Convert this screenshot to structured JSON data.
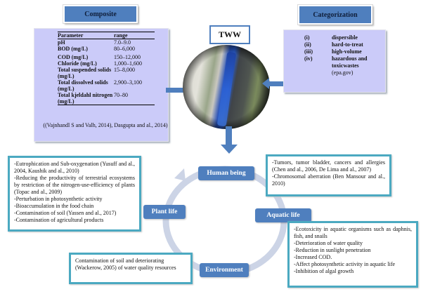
{
  "composite": {
    "title": "Composite",
    "table": {
      "headers": [
        "Parameter",
        "range"
      ],
      "rows": [
        {
          "parameter": "pH",
          "range": "7.0–9.0"
        },
        {
          "parameter": "BOD (mg/L)",
          "range": "80–6,000"
        },
        {
          "parameter": "COD (mg/L)",
          "range": "150–12,000"
        },
        {
          "parameter": "Chloride (mg/L)",
          "range": "1,000–1,600"
        },
        {
          "parameter": "Total suspended solids (mg/L)",
          "range": "15–8,000"
        },
        {
          "parameter": "Total dissolved solids (mg/L)",
          "range": "2,900–3,100"
        },
        {
          "parameter": "Total kjeldahl nitrogen (mg/L)",
          "range": "70–80"
        }
      ]
    },
    "citation": "((Vajnhandl S and Valh, 2014), Dasgupta and al., 2014)"
  },
  "categorization": {
    "title": "Categorization",
    "items": [
      {
        "num": "(i)",
        "label": "dispersible"
      },
      {
        "num": "(ii)",
        "label": "hard-to-treat"
      },
      {
        "num": "(iii)",
        "label": "high-volume"
      },
      {
        "num": "(iv)",
        "label": "hazardous and toxicwastes"
      }
    ],
    "source": "(epa.gov)"
  },
  "center": {
    "title": "TWW",
    "image_alt": "textile wastewater discharge photo"
  },
  "cycle": {
    "nodes": {
      "human": "Human being",
      "aquatic": "Aquatic life",
      "environment": "Environment",
      "plant": "Plant life"
    }
  },
  "effects": {
    "plant": [
      "-Eutrophication and Sub-oxygenation (Yusuff and al., 2004, Kaushik and al., 2010)",
      "-Reducing the productivity of terrestrial ecosystems by restriction of the nitrogen-use-efficiency of plants (Topac and al., 2009)",
      "-Perturbation in photosynthetic activity",
      "-Bioaccumulation in the food chain",
      "-Contamination of soil (Yassen and al., 2017)",
      "-Contamination of agricultural products"
    ],
    "human": [
      "-Tumors, tumor bladder, cancers and allergies (Chen and al., 2006, De Lima and al., 2007)",
      "-Chromosomal aberration (Ben Mansour and al., 2010)"
    ],
    "aquatic": [
      "-Ecotoxicity in aquatic organisms such as daphnis, fish, and snails",
      "-Deterioration of water quality",
      "-Reduction in sunlight penetration",
      "-Increased COD.",
      "-Affect photosynthetic activity in aquatic life",
      "-Inhibition of algal growth"
    ],
    "environment": [
      "Contamination of soil and deteriorating (Wackerow, 2005) of water quality resources"
    ]
  }
}
